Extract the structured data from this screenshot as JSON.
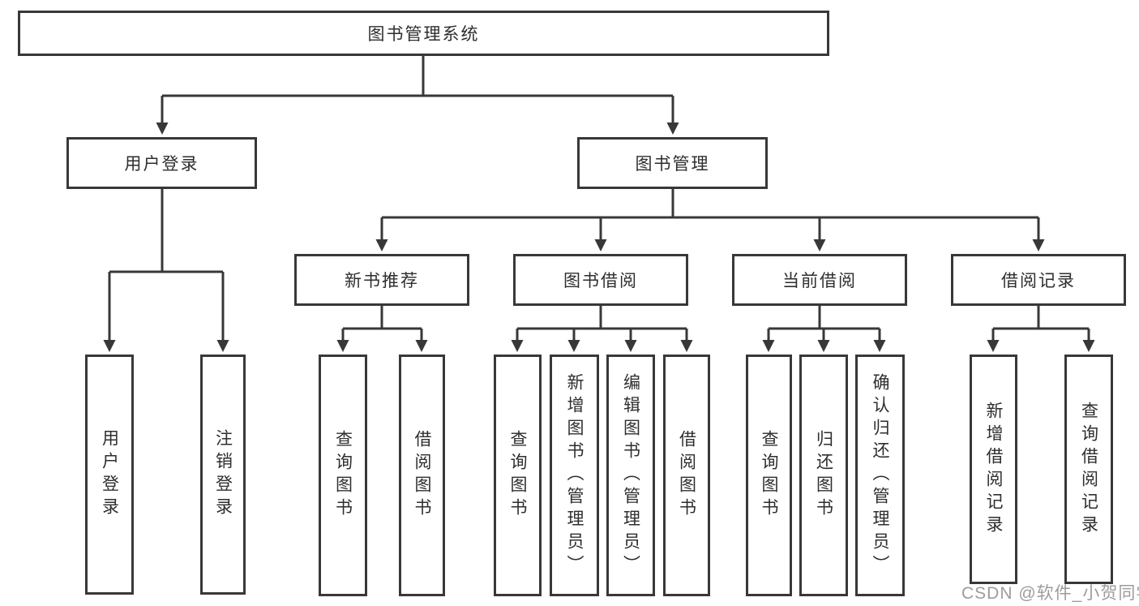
{
  "tree": {
    "root": {
      "label": "图书管理系统",
      "children": [
        {
          "label": "用户登录",
          "children": [
            {
              "label": "用户登录"
            },
            {
              "label": "注销登录"
            }
          ]
        },
        {
          "label": "图书管理",
          "children": [
            {
              "label": "新书推荐",
              "children": [
                {
                  "label": "查询图书"
                },
                {
                  "label": "借阅图书"
                }
              ]
            },
            {
              "label": "图书借阅",
              "children": [
                {
                  "label": "查询图书"
                },
                {
                  "label": "新增图书（管理员）"
                },
                {
                  "label": "编辑图书（管理员）"
                },
                {
                  "label": "借阅图书"
                }
              ]
            },
            {
              "label": "当前借阅",
              "children": [
                {
                  "label": "查询图书"
                },
                {
                  "label": "归还图书"
                },
                {
                  "label": "确认归还（管理员）"
                }
              ]
            },
            {
              "label": "借阅记录",
              "children": [
                {
                  "label": "新增借阅记录"
                },
                {
                  "label": "查询借阅记录"
                }
              ]
            }
          ]
        }
      ]
    }
  },
  "watermark": {
    "text": "CSDN @软件_小贺同学"
  },
  "colors": {
    "line": "#383838",
    "text": "#2e2e2e",
    "watermark": "#9c9c9c",
    "bg": "#ffffff"
  }
}
